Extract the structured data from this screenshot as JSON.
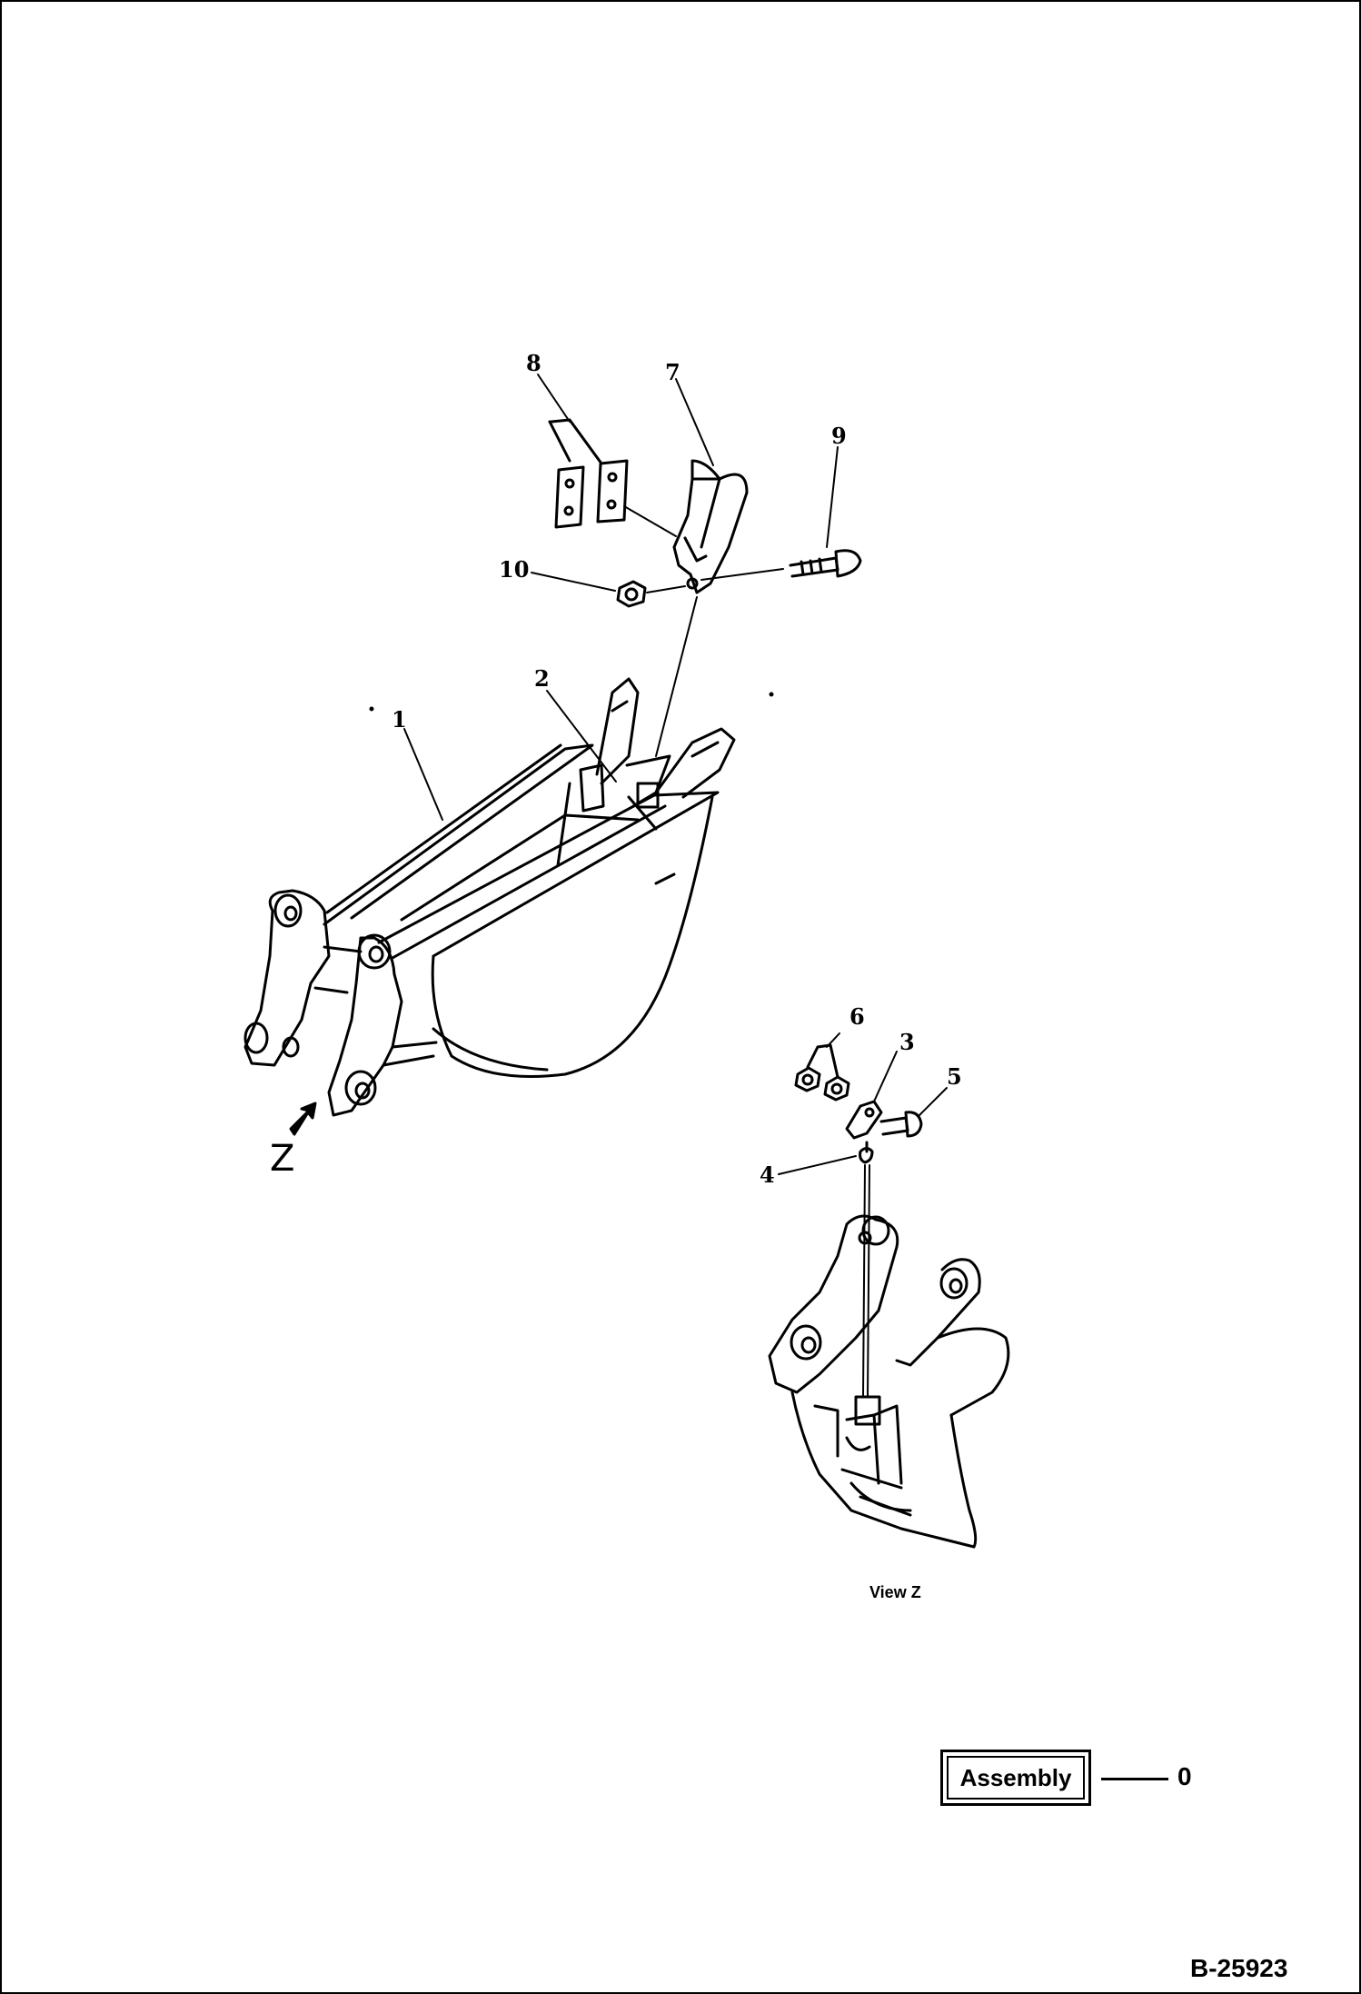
{
  "callouts": {
    "c1": "1",
    "c2": "2",
    "c3": "3",
    "c4": "4",
    "c5": "5",
    "c6": "6",
    "c7": "7",
    "c8": "8",
    "c9": "9",
    "c10": "10"
  },
  "view_arrow_label": "Z",
  "view_caption": "View Z",
  "assembly": {
    "label": "Assembly",
    "number": "0"
  },
  "drawing_number": "B-25923"
}
